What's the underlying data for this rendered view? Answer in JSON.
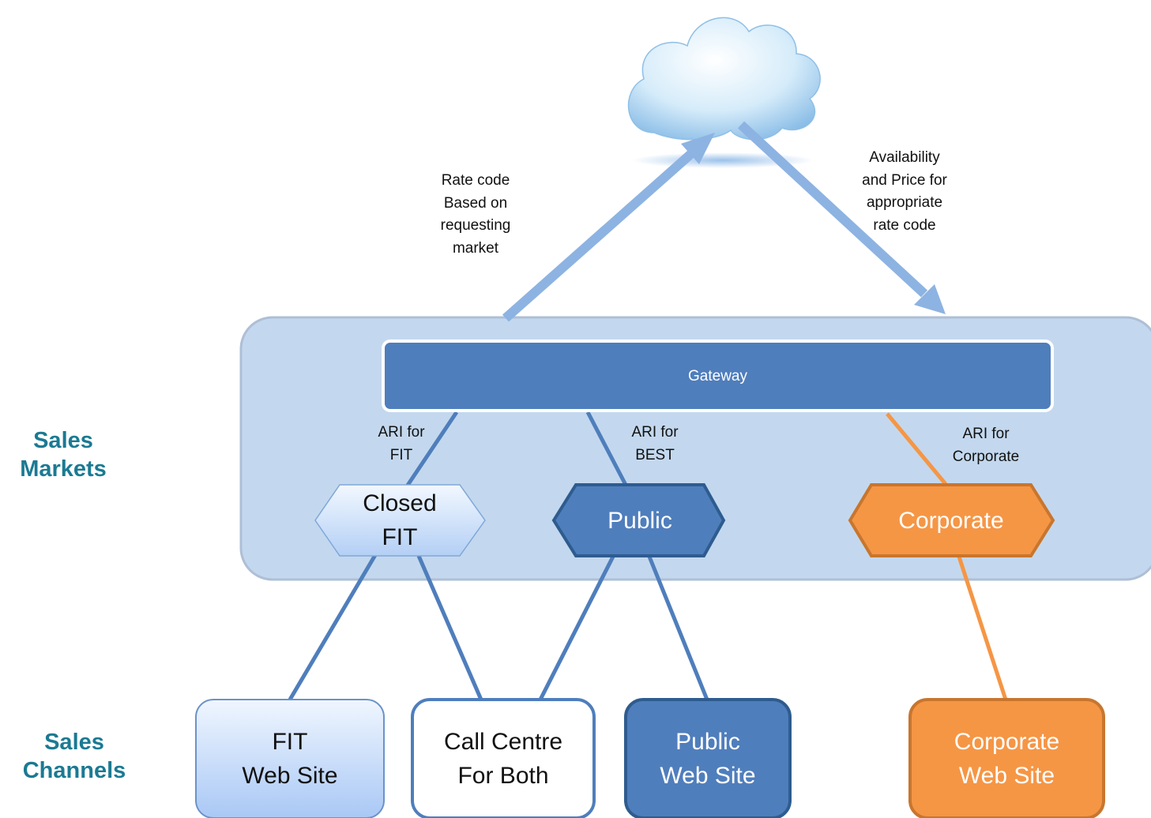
{
  "side_labels": {
    "markets": "Sales\nMarkets",
    "channels": "Sales\nChannels"
  },
  "flows": {
    "up": "Rate code\nBased on\nrequesting\nmarket",
    "down": "Availability\nand Price for\nappropriate\nrate code"
  },
  "gateway": "Gateway",
  "ari_labels": {
    "fit": "ARI for\nFIT",
    "best": "ARI for\nBEST",
    "corporate": "ARI for\nCorporate"
  },
  "markets": {
    "closed_fit": "Closed\nFIT",
    "public": "Public",
    "corporate": "Corporate"
  },
  "channels": {
    "fit_web": "FIT\nWeb Site",
    "call_centre": "Call Centre\nFor Both",
    "public_web": "Public\nWeb Site",
    "corporate_web": "Corporate\nWeb Site"
  },
  "colors": {
    "accent_blue": "#4f7ebc",
    "orange": "#f59645",
    "panel": "#c3d8ee",
    "arrow": "#8db3e2",
    "side_text": "#1b7a93"
  },
  "icons": {
    "cloud": "cloud-icon"
  }
}
